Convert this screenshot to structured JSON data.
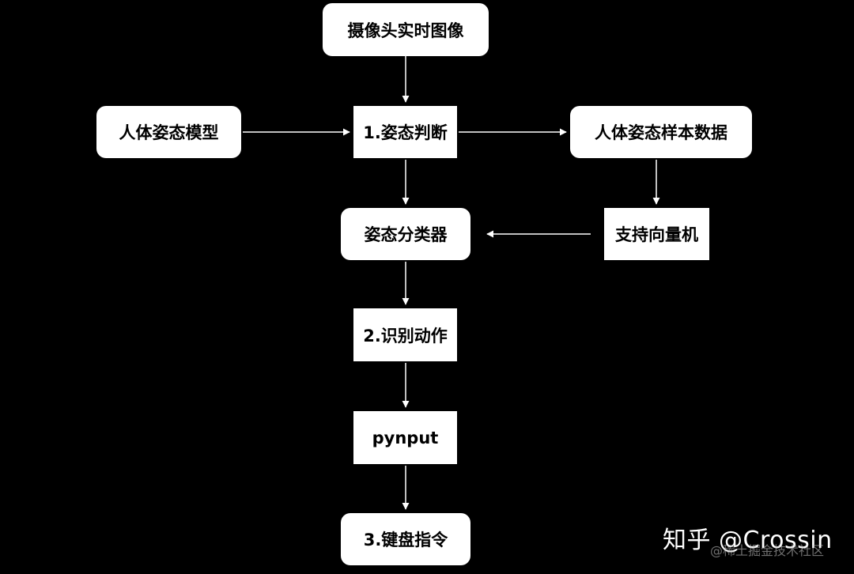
{
  "nodes": {
    "camera": "摄像头实时图像",
    "model": "人体姿态模型",
    "judge": "1.姿态判断",
    "sample": "人体姿态样本数据",
    "classifier": "姿态分类器",
    "svm": "支持向量机",
    "recognize": "2.识别动作",
    "pynput": "pynput",
    "keyboard": "3.键盘指令"
  },
  "watermark": {
    "main": "知乎 @Crossin",
    "sub": "@稀土掘金技术社区"
  },
  "colors": {
    "background": "#000000",
    "node": "#ffffff",
    "text": "#000000",
    "edge": "#ffffff"
  }
}
